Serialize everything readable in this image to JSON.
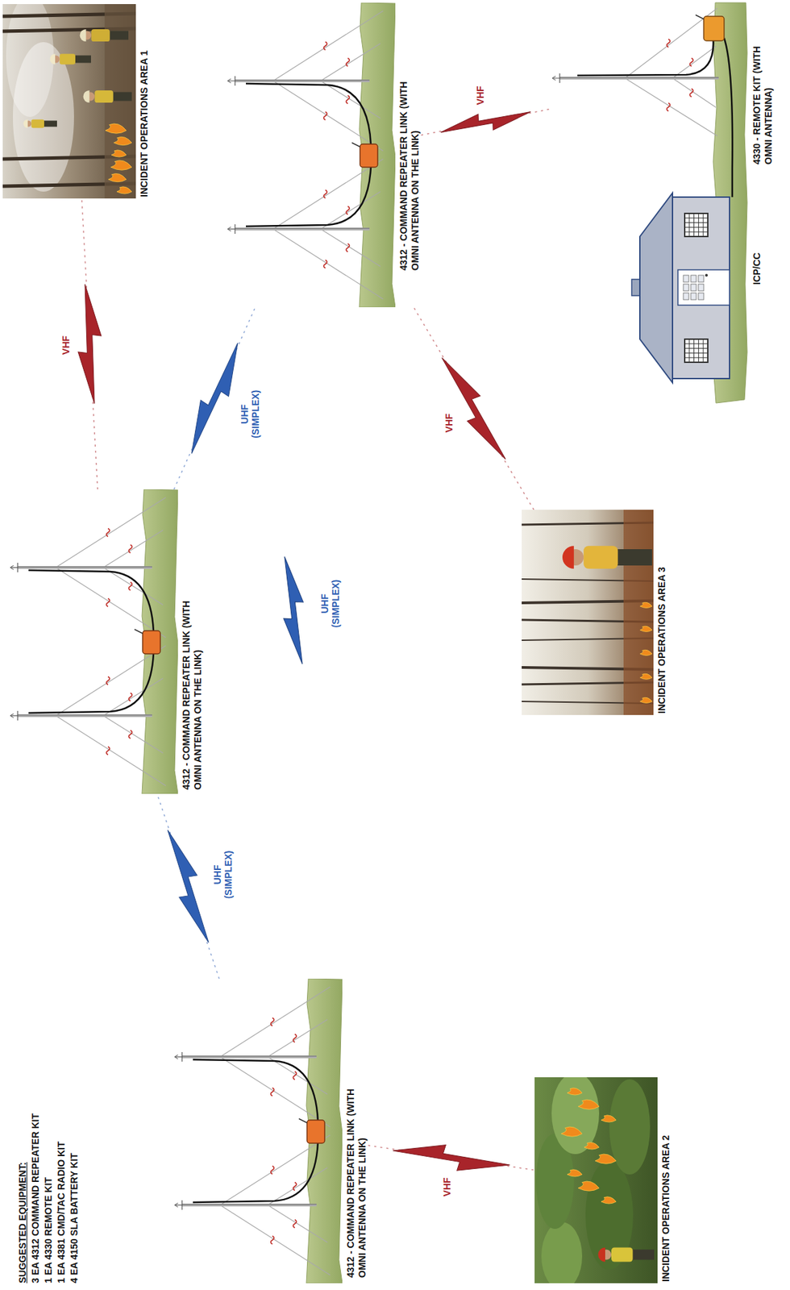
{
  "diagram": {
    "nodes": [
      {
        "text": [
          "4312 - COMMAND REPEATER LINK (WITH OMNI ANTENNA ON THE LINK)"
        ]
      },
      {
        "text": [
          "INCIDENT OPERATIONS AREA 2"
        ]
      },
      {
        "text": [
          "4312 - COMMAND REPEATER LINK (WITH OMNI ANTENNA ON THE LINK)"
        ]
      },
      {
        "text": [
          "INCIDENT OPERATIONS AREA 3"
        ]
      },
      {
        "text": [
          "ICP/CC"
        ]
      },
      {
        "text": [
          "4312 - COMMAND REPEATER LINK (WITH OMNI ANTENNA ON THE LINK)"
        ]
      },
      {
        "text": [
          "INCIDENT OPERATIONS AREA 1"
        ]
      },
      {
        "text": [
          "4330 - REMOTE KIT (WITH OMNI ANTENNA)"
        ]
      }
    ],
    "edges": [
      {
        "from": 0,
        "to": 1,
        "arrow": "none",
        "label": "VHF"
      },
      {
        "from": 0,
        "to": 2,
        "arrow": "none",
        "label": "UHF (SIMPLEX)"
      },
      {
        "from": 2,
        "to": 5,
        "arrow": "none",
        "label": "UHF (SIMPLEX)"
      },
      {
        "from": 2,
        "to": 6,
        "arrow": "none",
        "label": "VHF"
      },
      {
        "from": 3,
        "to": 5,
        "arrow": "none",
        "label": "VHF"
      },
      {
        "from": 5,
        "to": 7,
        "arrow": "none",
        "label": "VHF"
      },
      {
        "from": 7,
        "to": 4,
        "arrow": "none"
      }
    ],
    "labels": [
      "SUGGESTED EQUIPMENT:",
      "3 EA 4312 COMMAND REPEATER KIT",
      "1 EA 4330 REMOTE KIT",
      "1 EA 4381 CMD/TAC RADIO KIT",
      "4 EA 4150 SLA BATTERY KIT",
      "UHF (SIMPLEX)"
    ]
  }
}
